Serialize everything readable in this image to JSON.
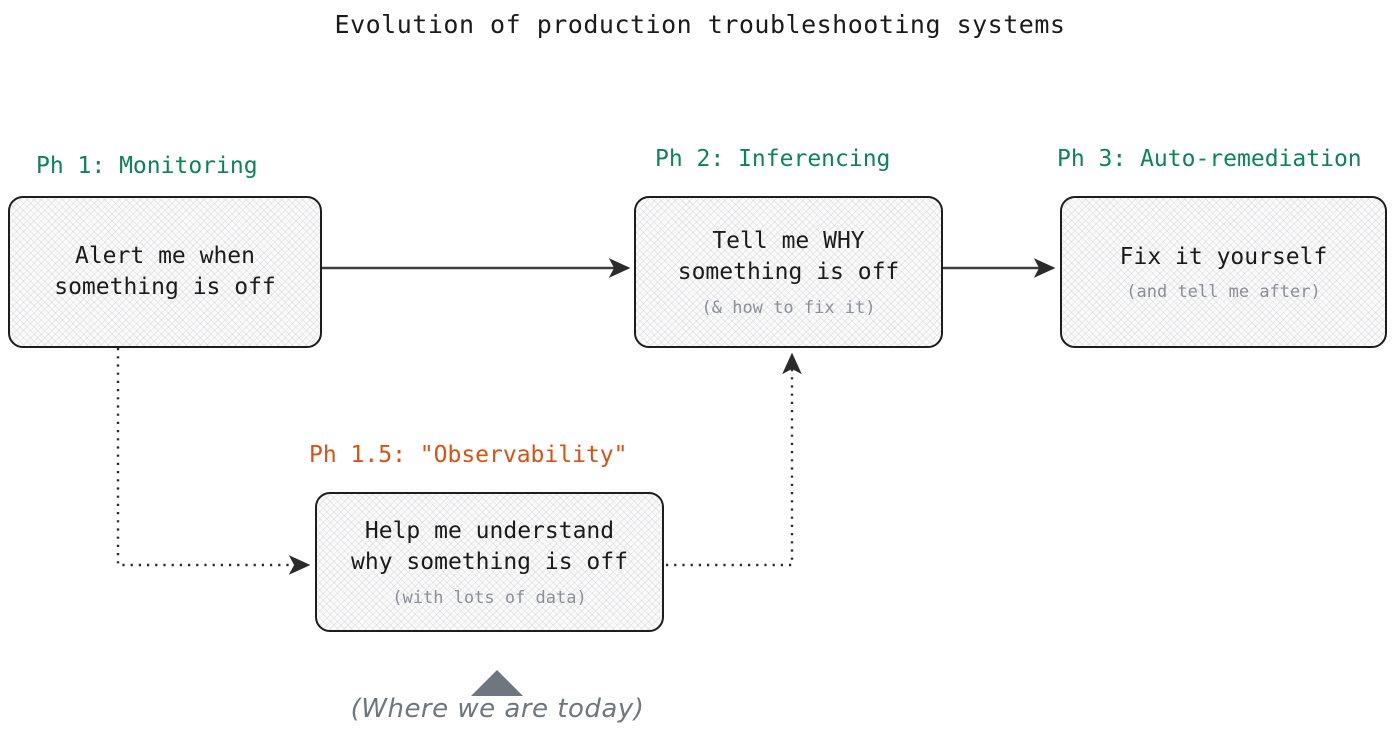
{
  "title": "Evolution of production troubleshooting systems",
  "colors": {
    "background": "#ffffff",
    "phase_green": "#0b8457",
    "phase_orange": "#dd5011",
    "box_border": "#1d1d1d",
    "box_fill": "#fafafa",
    "text": "#1b1b1b",
    "subtext": "#8a8f96",
    "annotation": "#6f7680",
    "connector": "#3f3f3f"
  },
  "phases": [
    {
      "label": "Ph 1: Monitoring",
      "label_color": "green",
      "line1": "Alert me when",
      "line2": "something is off",
      "sub": ""
    },
    {
      "label": "Ph 2: Inferencing",
      "label_color": "green",
      "line1": "Tell me WHY",
      "line2": "something is off",
      "sub": "(& how to fix it)"
    },
    {
      "label": "Ph 3: Auto-remediation",
      "label_color": "green",
      "line1": "Fix it yourself",
      "line2": "",
      "sub": "(and tell me after)"
    },
    {
      "label": "Ph 1.5: \"Observability\"",
      "label_color": "orange",
      "line1": "Help me understand",
      "line2": "why something is off",
      "sub": "(with lots of data)"
    }
  ],
  "annotation": {
    "text": "(Where we are today)",
    "marker": "up-triangle"
  },
  "connectors": [
    {
      "name": "phase1-to-phase2",
      "style": "solid",
      "arrow": true
    },
    {
      "name": "phase2-to-phase3",
      "style": "solid",
      "arrow": true
    },
    {
      "name": "phase1-to-phase1_5",
      "style": "dotted",
      "arrow": true
    },
    {
      "name": "phase1_5-to-phase2",
      "style": "dotted",
      "arrow": true
    }
  ]
}
